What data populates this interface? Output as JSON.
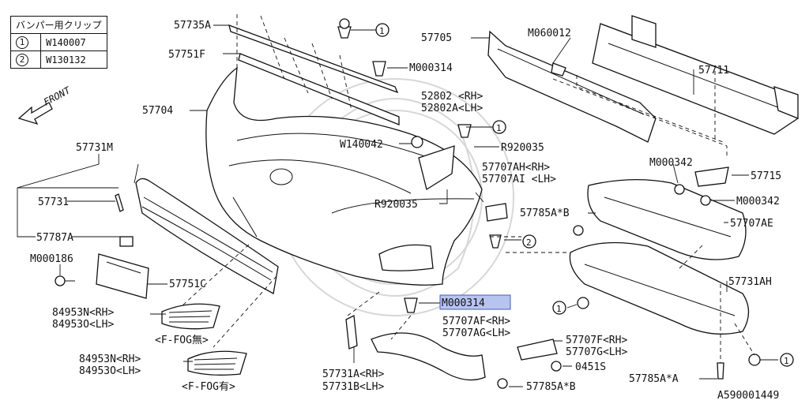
{
  "clip_table": {
    "header": "バンパー用クリップ",
    "rows": [
      {
        "key": "1",
        "code": "W140007"
      },
      {
        "key": "2",
        "code": "W130132"
      }
    ]
  },
  "front_label": "FRONT",
  "labels": {
    "p57735A": "57735A",
    "p57751F": "57751F",
    "p57704": "57704",
    "p57731M": "57731M",
    "p57731": "57731",
    "p57787A": "57787A",
    "pM000186": "M000186",
    "p57751C": "57751C",
    "p84953N_a": "84953N<RH>",
    "p84953O_a": "84953O<LH>",
    "fog_none": "<F-FOG無>",
    "p84953N_b": "84953N<RH>",
    "p84953O_b": "84953O<LH>",
    "fog_with": "<F-FOG有>",
    "pM000314_top": "M000314",
    "p52802": "52802 <RH>",
    "p52802A": "52802A<LH>",
    "pW140042": "W140042",
    "pR920035_a": "R920035",
    "pR920035_b": "R920035",
    "p57707AH": "57707AH<RH>",
    "p57707AI": "57707AI <LH>",
    "pM000314_hl": "M000314",
    "p57707AF": "57707AF<RH>",
    "p57707AG": "57707AG<LH>",
    "p57731A": "57731A<RH>",
    "p57731B": "57731B<LH>",
    "p57705": "57705",
    "pM060012": "M060012",
    "p57711": "57711",
    "pM000342_a": "M000342",
    "p57715": "57715",
    "pM000342_b": "M000342",
    "p57785AB_a": "57785A*B",
    "p57707AE": "57707AE",
    "p57731AH": "57731AH",
    "p57707F": "57707F<RH>",
    "p57707G": "57707G<LH>",
    "p0451S": "0451S",
    "p57785AB_b": "57785A*B",
    "p57785AA": "57785A*A",
    "diagram_id": "A590001449",
    "c1a": "1",
    "c1b": "1",
    "c1c": "1",
    "c1d": "1",
    "c2a": "2"
  }
}
